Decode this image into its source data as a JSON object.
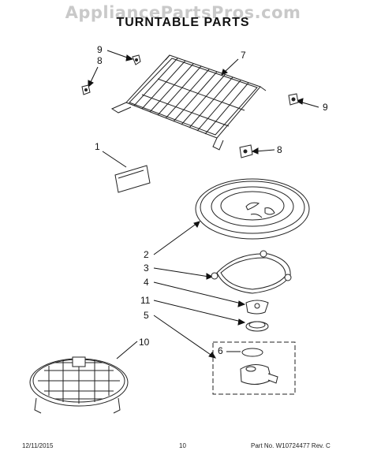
{
  "watermark": "AppliancePartsPros.com",
  "title": "TURNTABLE PARTS",
  "callouts": {
    "c9a": "9",
    "c8a": "8",
    "c7": "7",
    "c9b": "9",
    "c1": "1",
    "c8b": "8",
    "c2": "2",
    "c3": "3",
    "c4": "4",
    "c11": "11",
    "c5": "5",
    "c6": "6",
    "c10": "10"
  },
  "footer": {
    "date": "12/11/2015",
    "page": "10",
    "part": "Part No. W10724477  Rev. C"
  }
}
